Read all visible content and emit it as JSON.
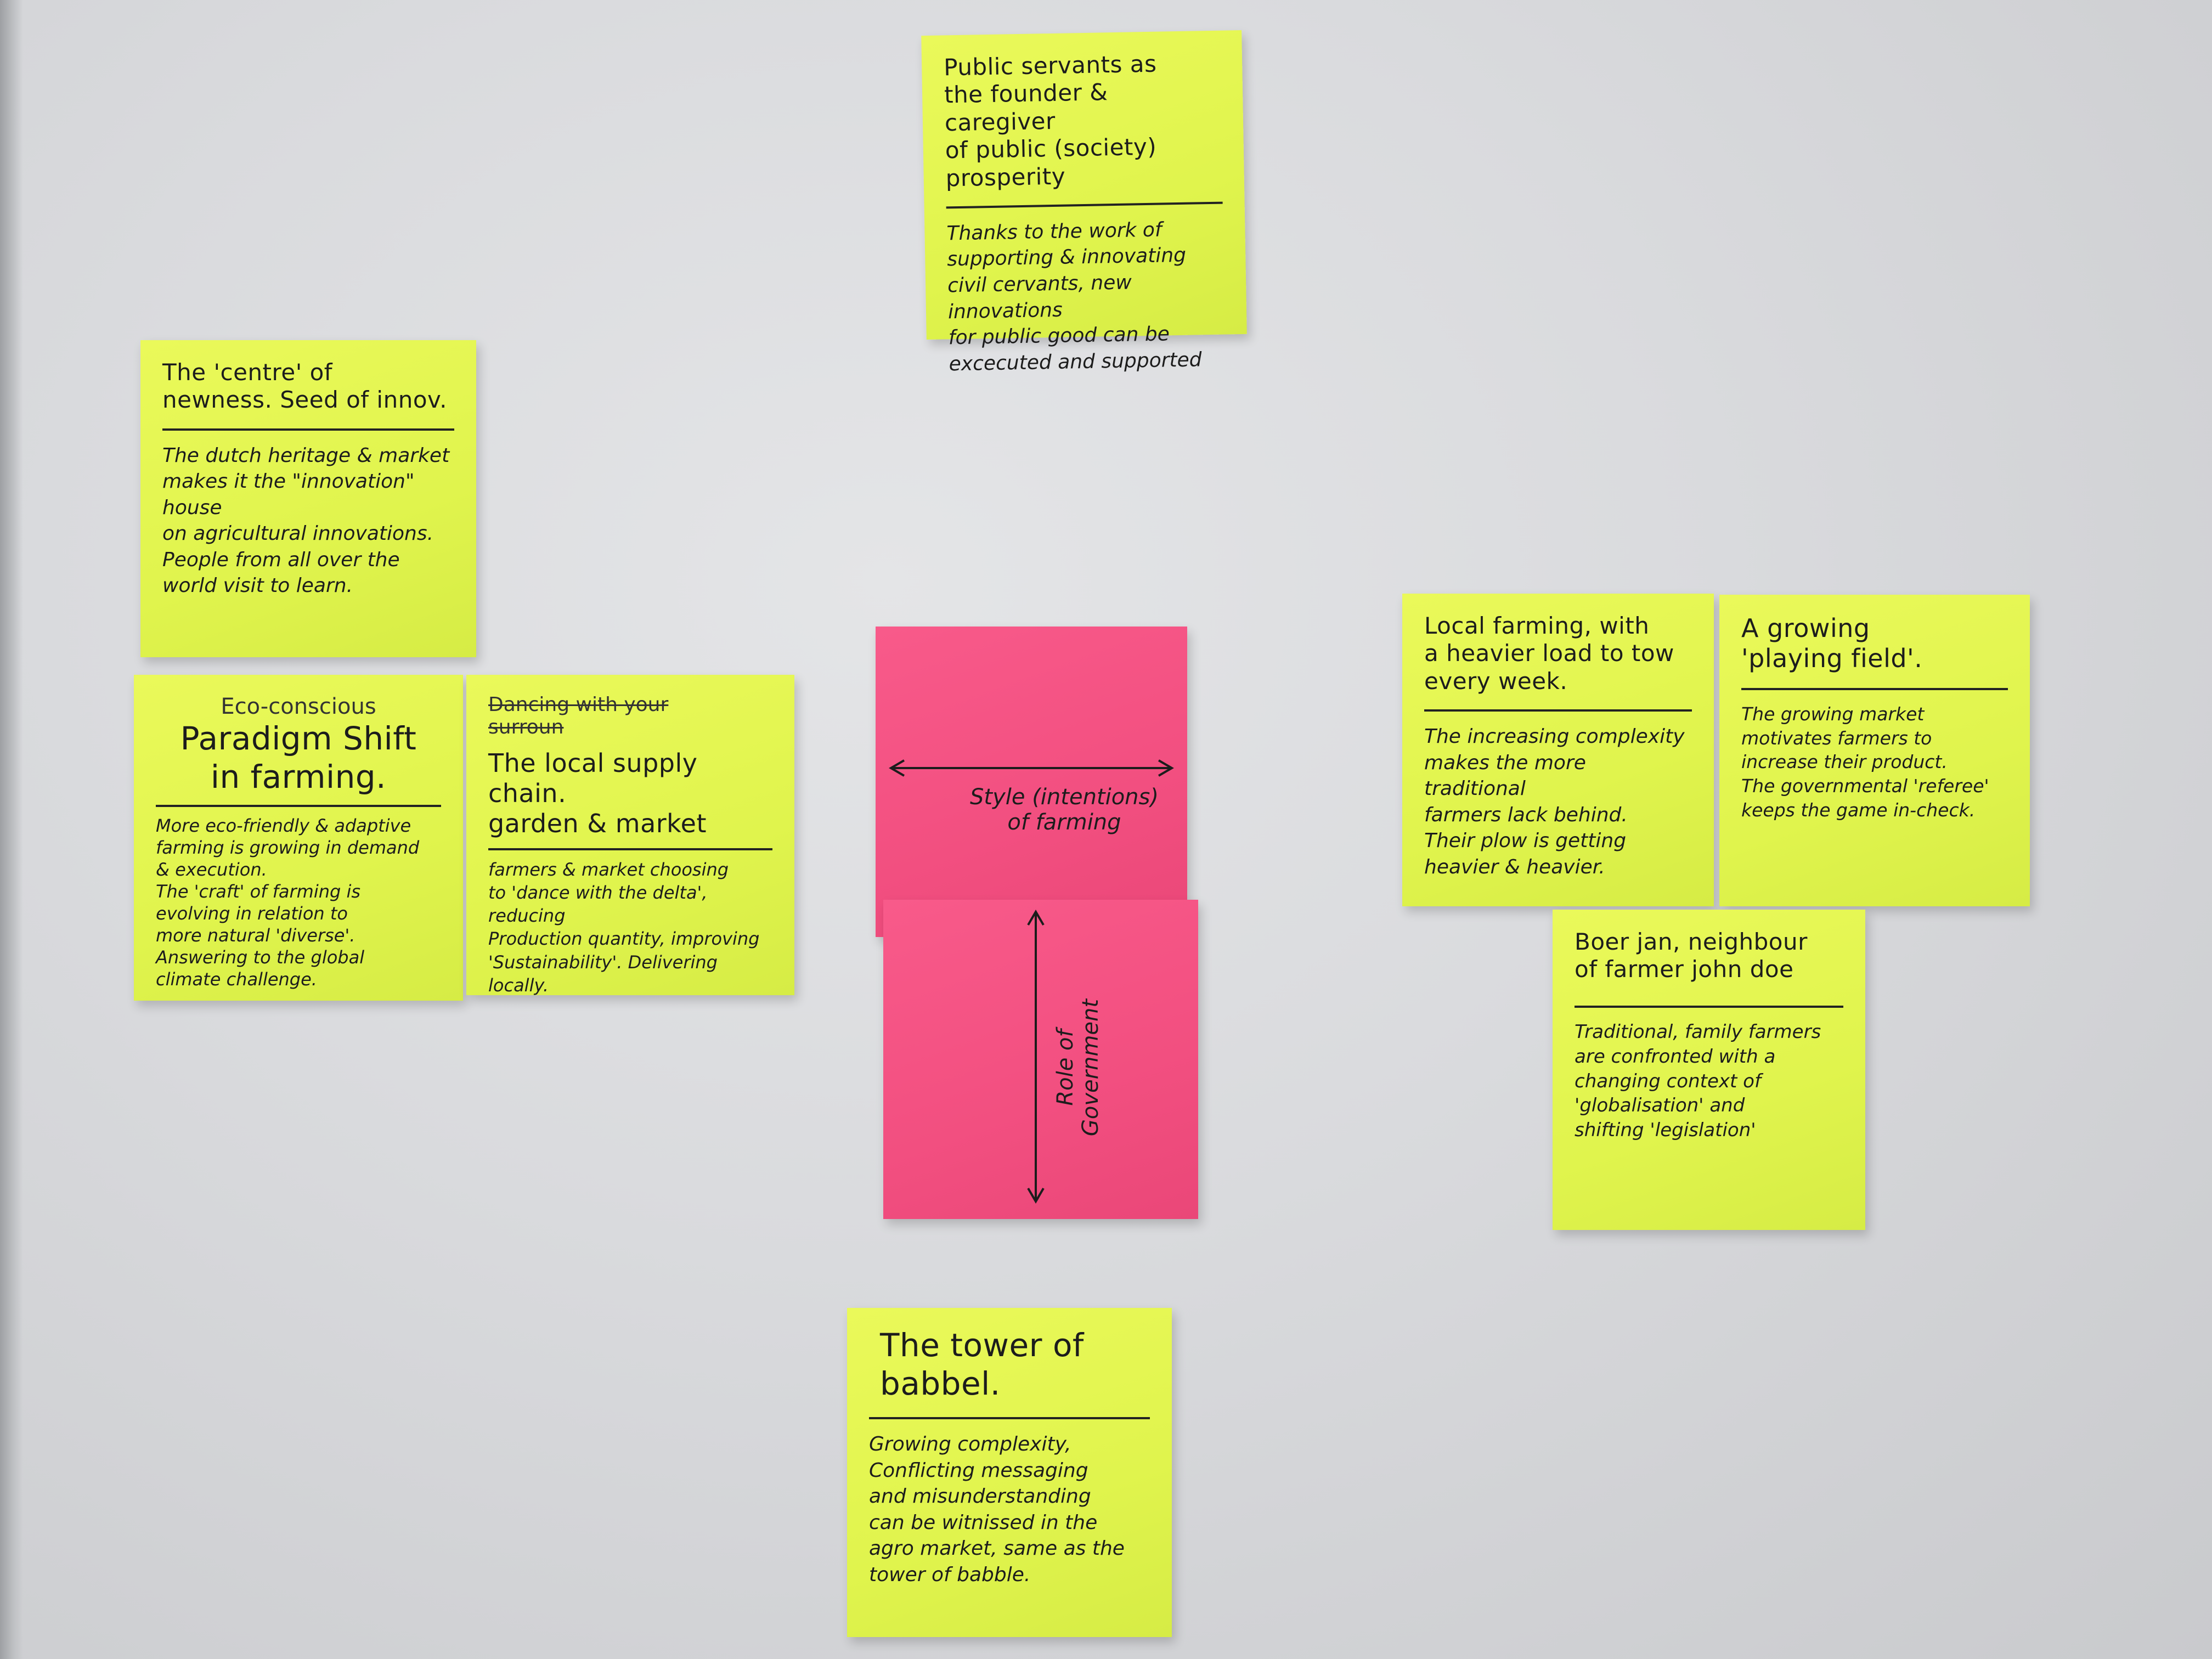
{
  "notes": {
    "public_servants": {
      "title": "Public servants as\nthe founder & caregiver\nof public (society) prosperity",
      "body": "Thanks to the work of\nsupporting & innovating\ncivil cervants, new innovations\nfor public good can be\nexcecuted and supported"
    },
    "centre_newness": {
      "title": "The 'centre' of\nnewness. Seed of innov.",
      "body": "The dutch heritage & market\nmakes it the \"innovation\" house\non agricultural innovations.\nPeople from all over the\nworld visit to learn."
    },
    "eco_conscious": {
      "subtitle": "Eco-conscious",
      "title": "Paradigm Shift\nin farming.",
      "body": "More eco-friendly & adaptive\nfarming is growing in demand\n& execution.\nThe 'craft' of farming is\nevolving in relation to\nmore natural 'diverse'.\nAnswering to the global\nclimate challenge."
    },
    "supply_chain": {
      "struck": "Dancing with your\nsurroun",
      "title": "The local supply\nchain.\ngarden & market",
      "body": "farmers & market choosing\nto 'dance with the delta', reducing\nProduction quantity, improving\n'Sustainability'. Delivering locally."
    },
    "local_farming": {
      "title": "Local farming, with\na heavier load to tow\nevery week.",
      "body": "The increasing complexity\nmakes the more traditional\nfarmers lack behind.\nTheir plow is getting\nheavier & heavier."
    },
    "playing_field": {
      "title": "A growing\n'playing field'.",
      "body": "The growing market\nmotivates farmers to\nincrease their product.\nThe governmental 'referee'\nkeeps the game in-check."
    },
    "boer_jan": {
      "title": "Boer jan, neighbour\nof farmer john doe",
      "body": "Traditional, family farmers\nare confronted with a\nchanging context of\n'globalisation' and\nshifting 'legislation'"
    },
    "tower_babel": {
      "title": "The tower of\nbabbel.",
      "body": "Growing complexity,\nConflicting messaging\nand misunderstanding\ncan be witnissed in the\nagro market, same as the\ntower of babble."
    }
  },
  "axes": {
    "horizontal_label": "Style (intentions)\nof farming",
    "vertical_label": "Role of\nGovernment"
  },
  "colors": {
    "sticky_yellow": "#e0f44d",
    "sticky_pink": "#f24f80",
    "wall": "#d9dadd",
    "ink": "#1c1c1c"
  }
}
